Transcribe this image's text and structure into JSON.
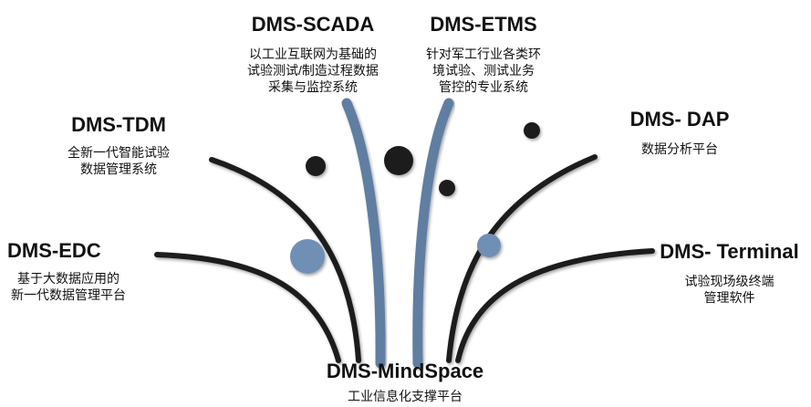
{
  "center": {
    "title": "DMS-MindSpace",
    "desc": [
      "工业信息化支撑平台"
    ]
  },
  "nodes": [
    {
      "id": "scada",
      "title": "DMS-SCADA",
      "desc": [
        "以工业互联网为基础的",
        "试验测试/制造过程数据",
        "采集与监控系统"
      ]
    },
    {
      "id": "etms",
      "title": "DMS-ETMS",
      "desc": [
        "针对军工行业各类环",
        "境试验、测试业务",
        "管控的专业系统"
      ]
    },
    {
      "id": "tdm",
      "title": "DMS-TDM",
      "desc": [
        "全新一代智能试验",
        "数据管理系统"
      ]
    },
    {
      "id": "dap",
      "title": "DMS- DAP",
      "desc": [
        "数据分析平台"
      ]
    },
    {
      "id": "edc",
      "title": "DMS-EDC",
      "desc": [
        "基于大数据应用的",
        "新一代数据管理平台"
      ]
    },
    {
      "id": "terminal",
      "title": "DMS- Terminal",
      "desc": [
        "试验现场级终端",
        "管理软件"
      ]
    }
  ],
  "colors": {
    "dark_stroke": "#1c1c1c",
    "blue_stroke": "#5f7ea2",
    "blue_dot": "#6f8fb5",
    "dark_dot": "#1c1c1c"
  }
}
